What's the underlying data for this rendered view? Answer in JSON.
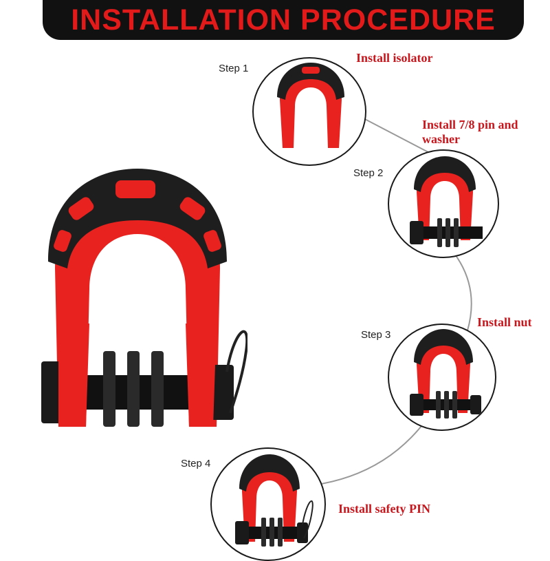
{
  "header": {
    "title": "INSTALLATION PROCEDURE"
  },
  "steps": [
    {
      "label": "Step 1",
      "caption_lines": [
        "Install isolator"
      ]
    },
    {
      "label": "Step 2",
      "caption_lines": [
        "Install 7/8 pin and",
        "washer"
      ]
    },
    {
      "label": "Step 3",
      "caption_lines": [
        "Install nut"
      ]
    },
    {
      "label": "Step 4",
      "caption_lines": [
        "Install safety PIN"
      ]
    }
  ],
  "colors": {
    "banner_bg": "#111111",
    "accent_red": "#e21a1a",
    "shackle_red": "#e8231f",
    "isolator_black": "#1e1e1e"
  },
  "icons": [
    "shackle-icon",
    "isolator-icon",
    "pin-icon",
    "washer-icon",
    "nut-icon",
    "safety-pin-icon"
  ]
}
